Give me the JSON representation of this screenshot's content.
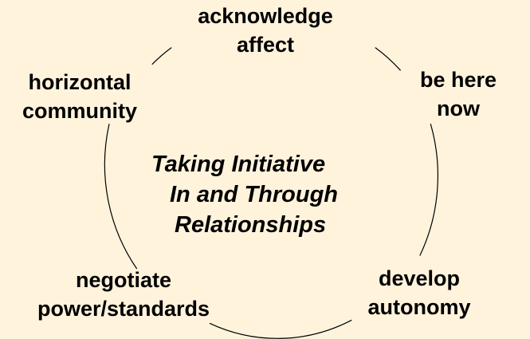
{
  "colors": {
    "background": "#fff3dc",
    "text": "#000000",
    "ring": "#000000"
  },
  "center": {
    "lines": [
      "Taking Initiative",
      "In and Through",
      "Relationships"
    ]
  },
  "nodes": {
    "top": {
      "lines": [
        "acknowledge",
        "affect"
      ]
    },
    "right": {
      "lines": [
        "be here",
        "now"
      ]
    },
    "bottom_right": {
      "lines": [
        "develop",
        "autonomy"
      ]
    },
    "bottom_left": {
      "lines": [
        "negotiate",
        "power/standards"
      ]
    },
    "left": {
      "lines": [
        "horizontal",
        "community"
      ]
    }
  }
}
